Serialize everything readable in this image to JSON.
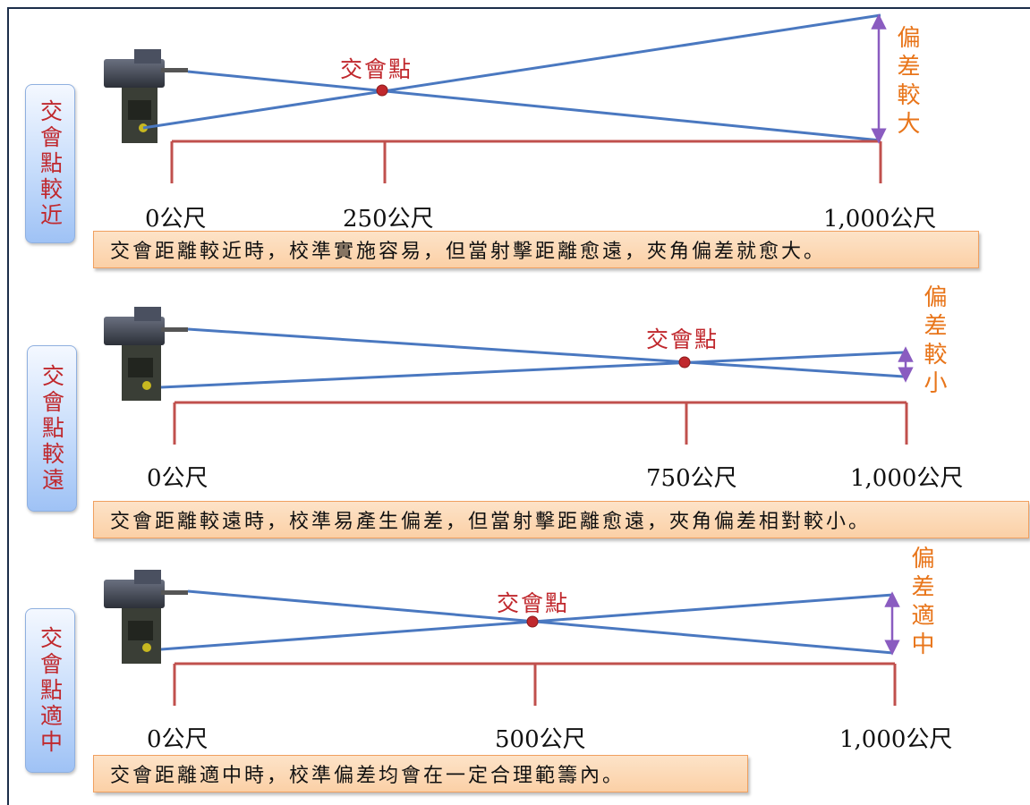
{
  "panels": [
    {
      "side_label": "交會點較近",
      "meet_label": "交會點",
      "deviation_label": "偏差較大",
      "ticks": [
        "0公尺",
        "250公尺",
        "1,000公尺"
      ],
      "caption": "交會距離較近時，校準實施容易，但當射擊距離愈遠，夾角偏差就愈大。"
    },
    {
      "side_label": "交會點較遠",
      "meet_label": "交會點",
      "deviation_label": "偏差較小",
      "ticks": [
        "0公尺",
        "750公尺",
        "1,000公尺"
      ],
      "caption": "交會距離較遠時，校準易產生偏差，但當射擊距離愈遠，夾角偏差相對較小。"
    },
    {
      "side_label": "交會點適中",
      "meet_label": "交會點",
      "deviation_label": "偏差適中",
      "ticks": [
        "0公尺",
        "500公尺",
        "1,000公尺"
      ],
      "caption": "交會距離適中時，校準偏差均會在一定合理範籌內。"
    }
  ],
  "colors": {
    "sight_line": "#4a78c0",
    "ruler": "#c0504d",
    "meet_point": "#c0282d",
    "deviation_arrow": "#8a5cc0",
    "deviation_text": "#e8751a",
    "tag_text": "#c0282d"
  }
}
